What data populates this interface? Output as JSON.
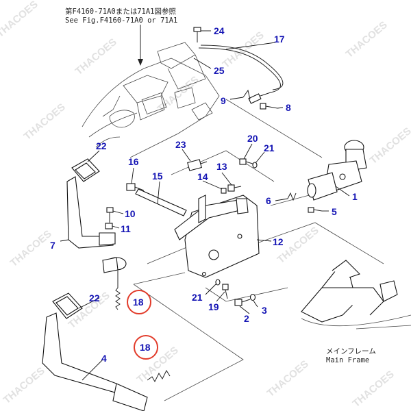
{
  "header": {
    "ref_line_jp": "第F4160-71A0または71A1図参照",
    "ref_line_en": "See Fig.F4160-71A0 or 71A1"
  },
  "footer": {
    "label_jp": "メインフレーム",
    "label_en": "Main Frame"
  },
  "watermark": {
    "text": "THACOES"
  },
  "colors": {
    "callout": "#1414b4",
    "highlight": "#e23b2a",
    "line": "#222222"
  },
  "callouts": [
    {
      "id": "c24",
      "label": "24"
    },
    {
      "id": "c17",
      "label": "17"
    },
    {
      "id": "c25",
      "label": "25"
    },
    {
      "id": "c9",
      "label": "9"
    },
    {
      "id": "c8",
      "label": "8"
    },
    {
      "id": "c22a",
      "label": "22"
    },
    {
      "id": "c23",
      "label": "23"
    },
    {
      "id": "c20",
      "label": "20"
    },
    {
      "id": "c21a",
      "label": "21"
    },
    {
      "id": "c16",
      "label": "16"
    },
    {
      "id": "c13",
      "label": "13"
    },
    {
      "id": "c14",
      "label": "14"
    },
    {
      "id": "c15",
      "label": "15"
    },
    {
      "id": "c1",
      "label": "1"
    },
    {
      "id": "c6",
      "label": "6"
    },
    {
      "id": "c5",
      "label": "5"
    },
    {
      "id": "c10",
      "label": "10"
    },
    {
      "id": "c11",
      "label": "11"
    },
    {
      "id": "c12",
      "label": "12"
    },
    {
      "id": "c7",
      "label": "7"
    },
    {
      "id": "c21b",
      "label": "21"
    },
    {
      "id": "c19",
      "label": "19"
    },
    {
      "id": "c3",
      "label": "3"
    },
    {
      "id": "c2",
      "label": "2"
    },
    {
      "id": "c22b",
      "label": "22"
    },
    {
      "id": "c18a",
      "label": "18"
    },
    {
      "id": "c4",
      "label": "4"
    },
    {
      "id": "c18b",
      "label": "18"
    }
  ]
}
